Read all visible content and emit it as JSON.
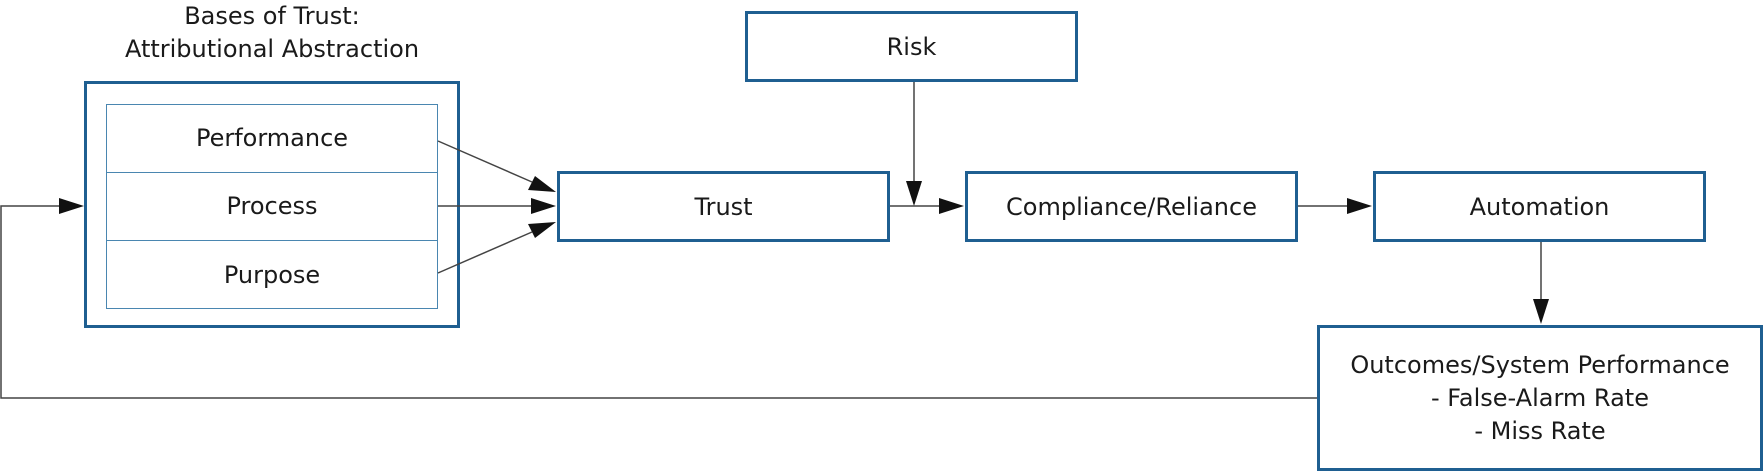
{
  "bases": {
    "heading_line1": "Bases of Trust:",
    "heading_line2": "Attributional Abstraction",
    "items": [
      "Performance",
      "Process",
      "Purpose"
    ]
  },
  "nodes": {
    "risk": "Risk",
    "trust": "Trust",
    "compliance": "Compliance/Reliance",
    "automation": "Automation",
    "outcomes": {
      "line1": "Outcomes/System Performance",
      "line2": "- False-Alarm Rate",
      "line3": "- Miss Rate"
    }
  },
  "colors": {
    "box_border": "#1f5f91",
    "inner_border": "#4a86b0",
    "arrow": "#444444"
  }
}
